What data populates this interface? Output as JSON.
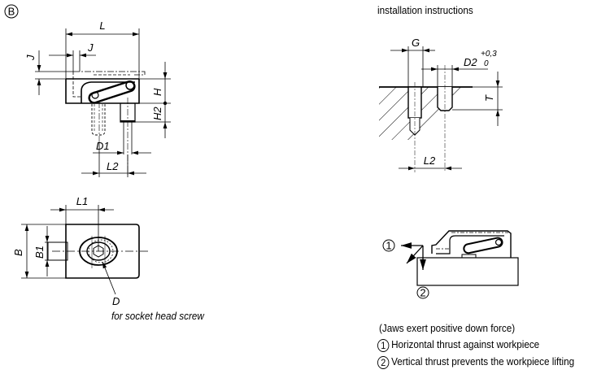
{
  "view_label": "B",
  "left_drawing": {
    "dims": {
      "L": "L",
      "J_h": "J",
      "J_v": "J",
      "H": "H",
      "H2": "H2",
      "D1": "D1",
      "L2": "L2"
    }
  },
  "plan_drawing": {
    "dims": {
      "L1": "L1",
      "B": "B",
      "B1": "B1",
      "D": "D"
    },
    "caption": "for socket head screw"
  },
  "installation": {
    "title": "installation instructions",
    "dims": {
      "G": "G",
      "D2": "D2",
      "D2_tol_upper": "+0,3",
      "D2_tol_lower": "0",
      "T": "T",
      "L2": "L2"
    }
  },
  "force_diagram": {
    "marker_1": "1",
    "marker_2": "2"
  },
  "notes": {
    "intro": "(Jaws exert positive down force)",
    "items": [
      {
        "marker": "1",
        "text": "Horizontal thrust against workpiece"
      },
      {
        "marker": "2",
        "text": "Vertical thrust prevents the workpiece lifting"
      }
    ]
  }
}
